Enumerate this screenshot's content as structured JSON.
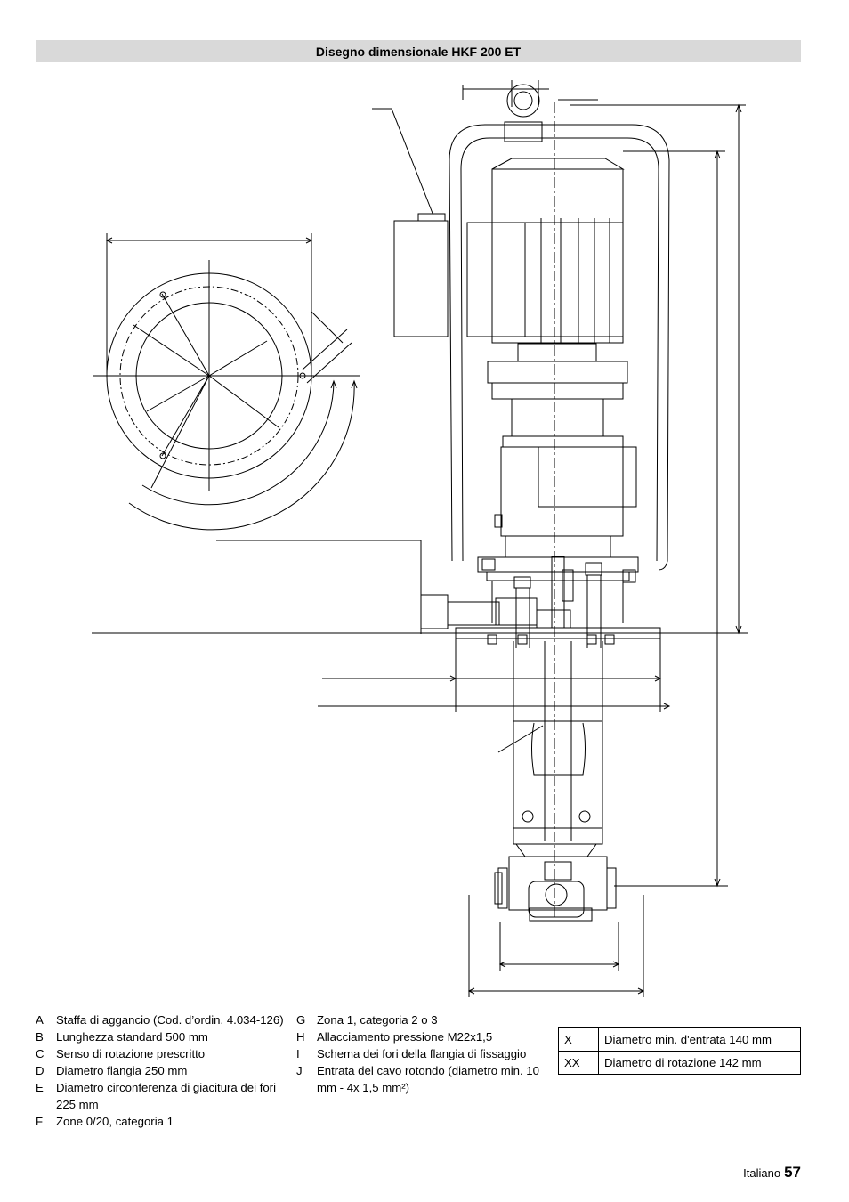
{
  "header": {
    "title": "Disegno dimensionale HKF 200 ET"
  },
  "legend_left": [
    {
      "key": "A",
      "text": "Staffa di aggancio (Cod. d’ordin. 4.034-126)"
    },
    {
      "key": "B",
      "text": "Lunghezza standard 500 mm"
    },
    {
      "key": "C",
      "text": "Senso di rotazione prescritto"
    },
    {
      "key": "D",
      "text": "Diametro flangia 250 mm"
    },
    {
      "key": "E",
      "text": "Diametro circonferenza di giacitura dei fori 225 mm"
    },
    {
      "key": "F",
      "text": "Zone 0/20, categoria 1"
    }
  ],
  "legend_right": [
    {
      "key": "G",
      "text": "Zona 1, categoria 2 o 3"
    },
    {
      "key": "H",
      "text": "Allacciamento pressione M22x1,5"
    },
    {
      "key": "I",
      "text": "Schema dei fori della flangia di fissaggio"
    },
    {
      "key": "J",
      "text": "Entrata del cavo rotondo (diametro min. 10 mm - 4x 1,5 mm²)"
    }
  ],
  "abbreviations": [
    {
      "key": "X",
      "text": "Diametro min. d'entrata 140 mm"
    },
    {
      "key": "XX",
      "text": "Diametro di rotazione 142 mm"
    }
  ],
  "footer": {
    "language": "Italiano",
    "page": "57"
  }
}
